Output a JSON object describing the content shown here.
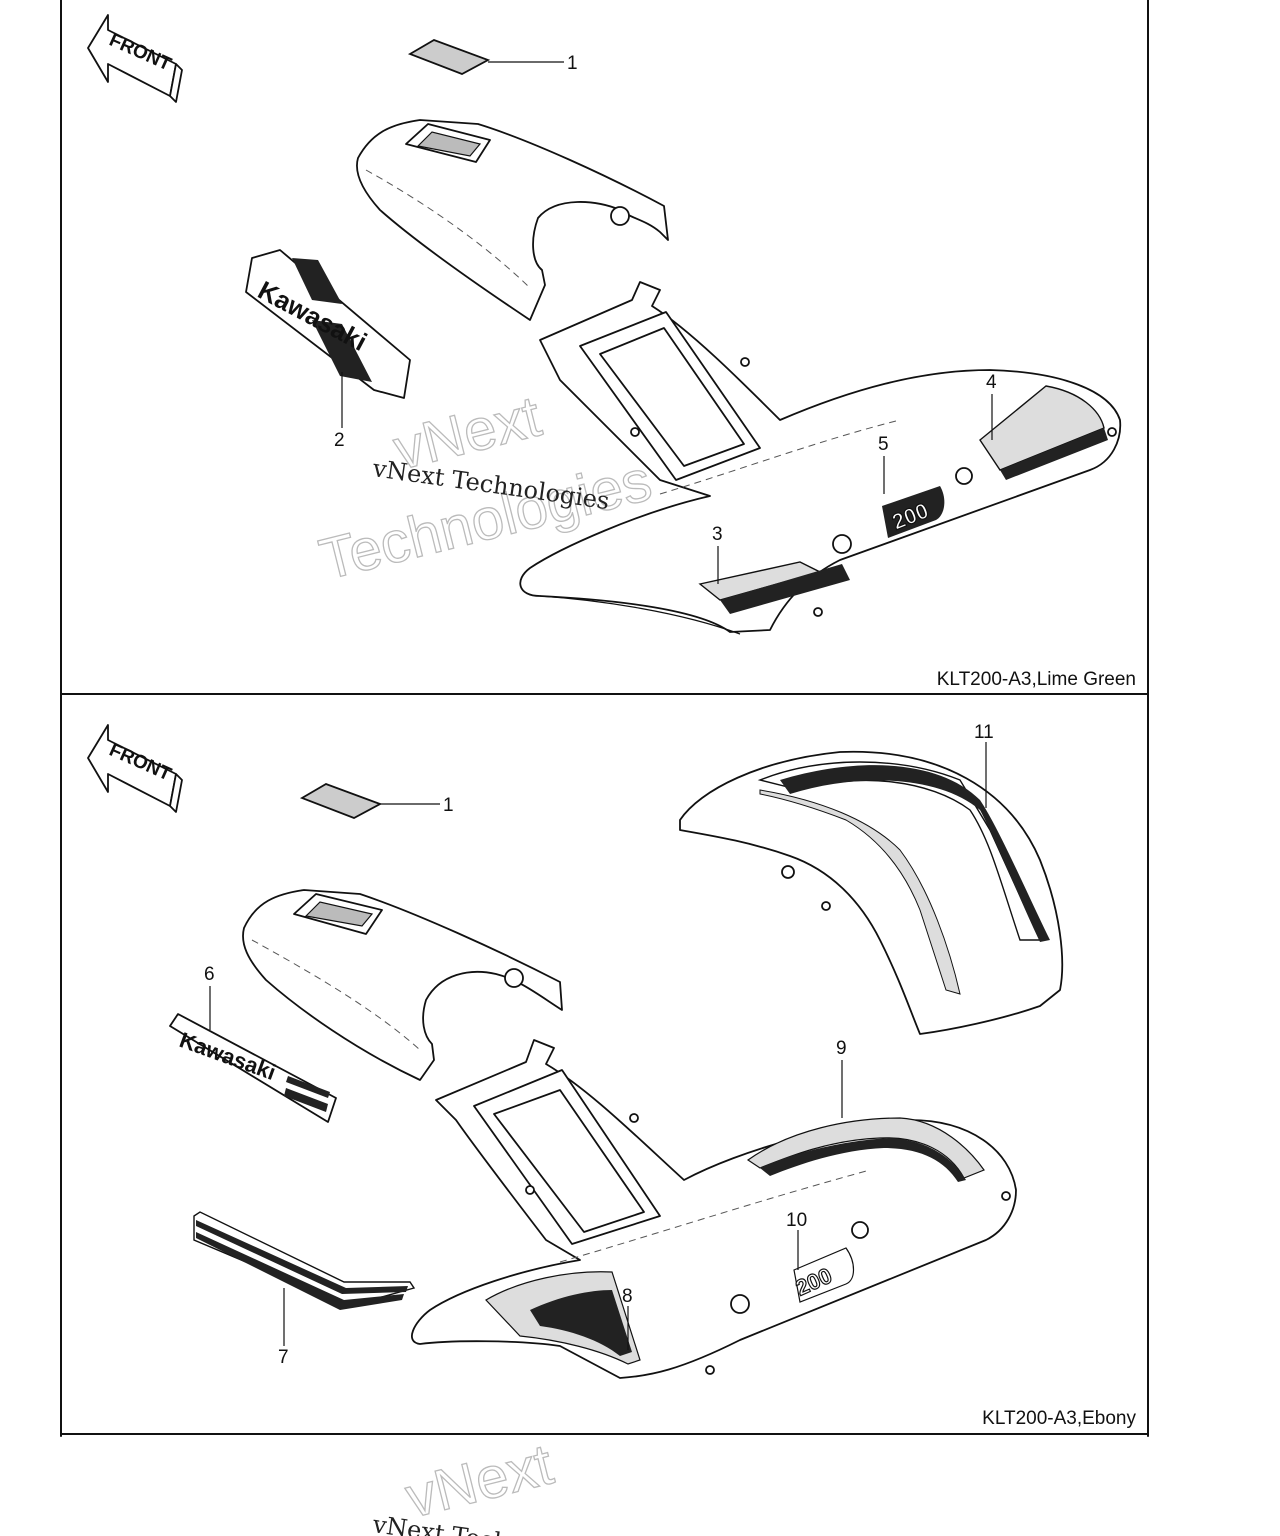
{
  "front_label": "FRONT",
  "panels": [
    {
      "caption": "KLT200-A3,Lime Green"
    },
    {
      "caption": "KLT200-A3,Ebony"
    }
  ],
  "callouts": {
    "p1_1": "1",
    "p1_2": "2",
    "p1_3": "3",
    "p1_4": "4",
    "p1_5": "5",
    "p2_1": "1",
    "p2_6": "6",
    "p2_7": "7",
    "p2_8": "8",
    "p2_9": "9",
    "p2_10": "10",
    "p2_11": "11"
  },
  "decal_text": {
    "brand": "Kawasaki",
    "model_number": "200"
  },
  "watermark": {
    "title": "vNext",
    "subtitle": "Technologies",
    "line": "vNext Technologies"
  }
}
